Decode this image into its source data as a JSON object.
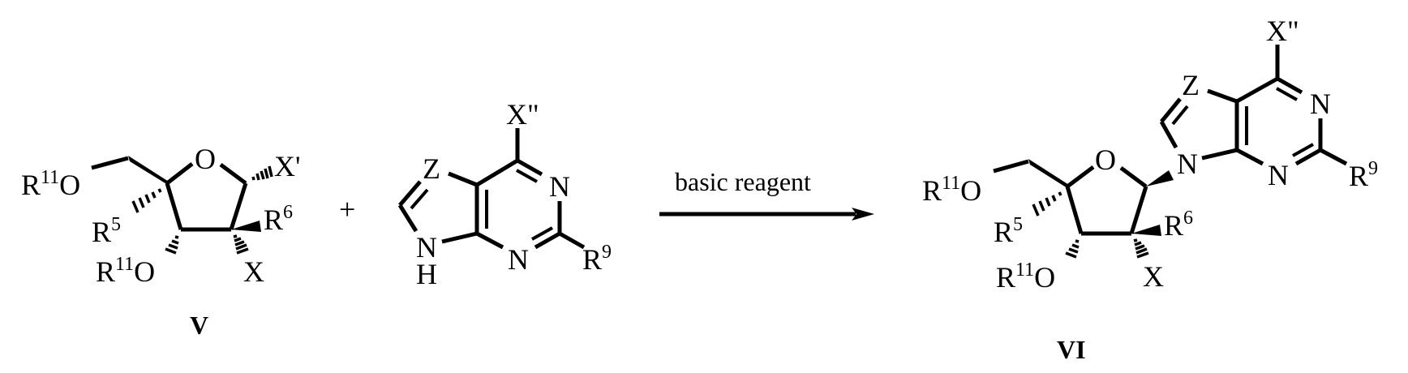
{
  "scheme": {
    "title": "Glycosylation of purine base with sugar V under basic reagent to give nucleoside VI",
    "colors": {
      "ink": "#000000",
      "background": "#ffffff"
    },
    "reactant_sugar": {
      "compound_label": "V",
      "labels": {
        "r11o_top": "R",
        "r11o_top_sup": "11",
        "r11o_top_o": "O",
        "x_prime": "X'",
        "r5": "R",
        "r5_sup": "5",
        "r6": "R",
        "r6_sup": "6",
        "r11o_bottom": "R",
        "r11o_bottom_sup": "11",
        "r11o_bottom_o": "O",
        "x": "X",
        "ring_o": "O"
      }
    },
    "plus_sign": "+",
    "reactant_base": {
      "labels": {
        "x_double_prime": "X\"",
        "z": "Z",
        "n1": "N",
        "n3": "N",
        "n9": "N",
        "h": "H",
        "r9": "R",
        "r9_sup": "9"
      }
    },
    "arrow": {
      "condition": "basic reagent"
    },
    "product": {
      "compound_label": "VI",
      "labels": {
        "r11o_top": "R",
        "r11o_top_sup": "11",
        "r11o_top_o": "O",
        "ring_o": "O",
        "r5": "R",
        "r5_sup": "5",
        "r6": "R",
        "r6_sup": "6",
        "r11o_bottom": "R",
        "r11o_bottom_sup": "11",
        "r11o_bottom_o": "O",
        "x": "X",
        "x_double_prime": "X\"",
        "z": "Z",
        "n1": "N",
        "n3": "N",
        "n9": "N",
        "r9": "R",
        "r9_sup": "9"
      }
    }
  }
}
